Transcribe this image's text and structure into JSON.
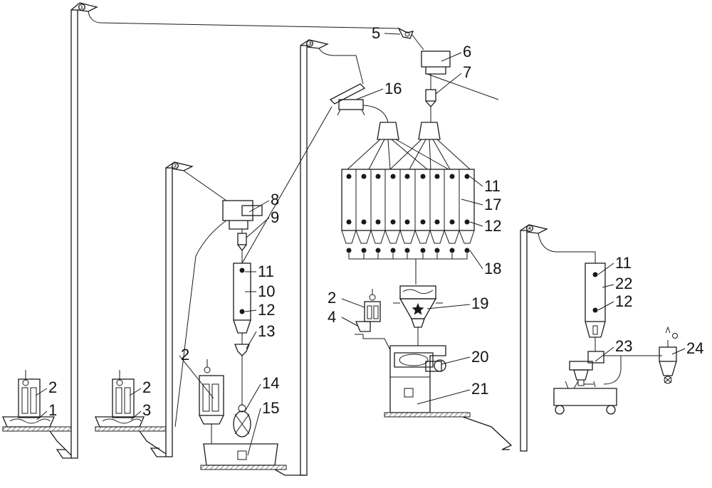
{
  "elevator_markers": [
    "①",
    "②",
    "③",
    "④"
  ],
  "callouts": [
    {
      "id": "c1",
      "text": "1"
    },
    {
      "id": "c2a",
      "text": "2"
    },
    {
      "id": "c2b",
      "text": "2"
    },
    {
      "id": "c3",
      "text": "3"
    },
    {
      "id": "c5",
      "text": "5"
    },
    {
      "id": "c6",
      "text": "6"
    },
    {
      "id": "c7",
      "text": "7"
    },
    {
      "id": "c16",
      "text": "16"
    },
    {
      "id": "c8",
      "text": "8"
    },
    {
      "id": "c9",
      "text": "9"
    },
    {
      "id": "c11a",
      "text": "11"
    },
    {
      "id": "c10",
      "text": "10"
    },
    {
      "id": "c12a",
      "text": "12"
    },
    {
      "id": "c13",
      "text": "13"
    },
    {
      "id": "c2c",
      "text": "2"
    },
    {
      "id": "c14",
      "text": "14"
    },
    {
      "id": "c15",
      "text": "15"
    },
    {
      "id": "c11b",
      "text": "11"
    },
    {
      "id": "c17",
      "text": "17"
    },
    {
      "id": "c12b",
      "text": "12"
    },
    {
      "id": "c18",
      "text": "18"
    },
    {
      "id": "c2d",
      "text": "2"
    },
    {
      "id": "c4",
      "text": "4"
    },
    {
      "id": "c19",
      "text": "19"
    },
    {
      "id": "c20",
      "text": "20"
    },
    {
      "id": "c21",
      "text": "21"
    },
    {
      "id": "c11c",
      "text": "11"
    },
    {
      "id": "c22",
      "text": "22"
    },
    {
      "id": "c12c",
      "text": "12"
    },
    {
      "id": "c23",
      "text": "23"
    },
    {
      "id": "c24",
      "text": "24"
    }
  ]
}
